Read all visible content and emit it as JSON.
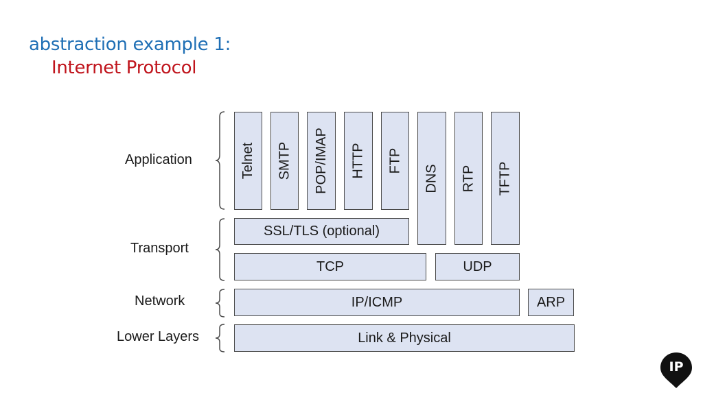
{
  "title": {
    "line1": "abstraction example 1:",
    "line2": "Internet Protocol"
  },
  "layers": {
    "application": "Application",
    "transport": "Transport",
    "network": "Network",
    "lower": "Lower Layers"
  },
  "protocols": {
    "telnet": "Telnet",
    "smtp": "SMTP",
    "pop_imap": "POP/IMAP",
    "http": "HTTP",
    "ftp": "FTP",
    "dns": "DNS",
    "rtp": "RTP",
    "tftp": "TFTP",
    "ssl_tls": "SSL/TLS (optional)",
    "tcp": "TCP",
    "udp": "UDP",
    "ip_icmp": "IP/ICMP",
    "arp": "ARP",
    "link_physical": "Link & Physical"
  },
  "logo": {
    "text": "IP",
    "icon": "ip-map-pin-icon"
  },
  "colors": {
    "title_blue": "#1f6fb5",
    "title_red": "#c0141c",
    "box_fill": "#dde3f2",
    "box_border": "#4a4a4a"
  }
}
